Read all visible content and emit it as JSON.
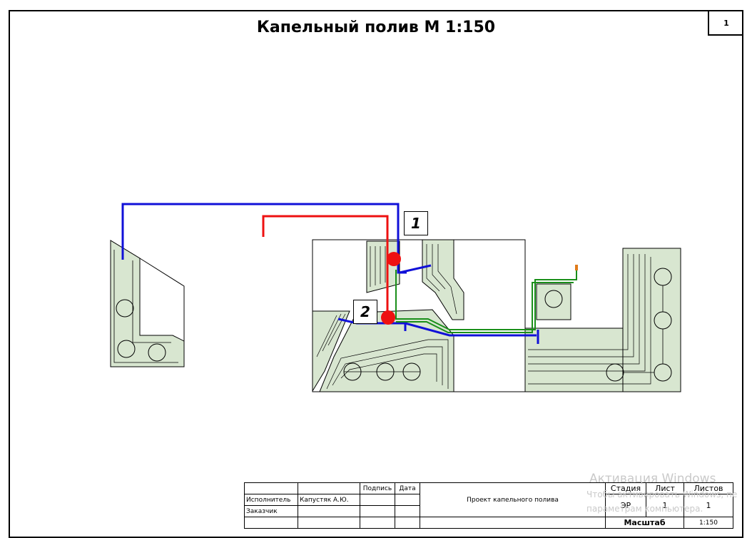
{
  "drawing": {
    "title": "Капельный полив М 1:150",
    "sheet_number": "1",
    "callouts": [
      {
        "id": "1",
        "label": "1"
      },
      {
        "id": "2",
        "label": "2"
      }
    ]
  },
  "legend_colors": {
    "pipe_blue": "#1010d8",
    "pipe_red": "#ee1111",
    "pipe_green": "#1a8f1a",
    "bed_fill": "#d8e6d0",
    "source_orange": "#e07b1a"
  },
  "stamp": {
    "col_signature": "Подпись",
    "col_date": "Дата",
    "row_executor_label": "Исполнитель",
    "row_executor_name": "Капустяк А.Ю.",
    "row_customer_label": "Заказчик",
    "project_name": "Проект капельного полива",
    "stage_header": "Стадия",
    "sheet_header": "Лист",
    "sheets_header": "Листов",
    "stage_value": "ЭР",
    "sheet_value": "1",
    "sheets_value": "1",
    "scale_header": "Масштаб",
    "scale_value": "1:150"
  },
  "watermark": {
    "line1": "Активация Windows",
    "line2": "Чтобы активировать Windows, пе",
    "line3": "параметрам компьютера."
  }
}
